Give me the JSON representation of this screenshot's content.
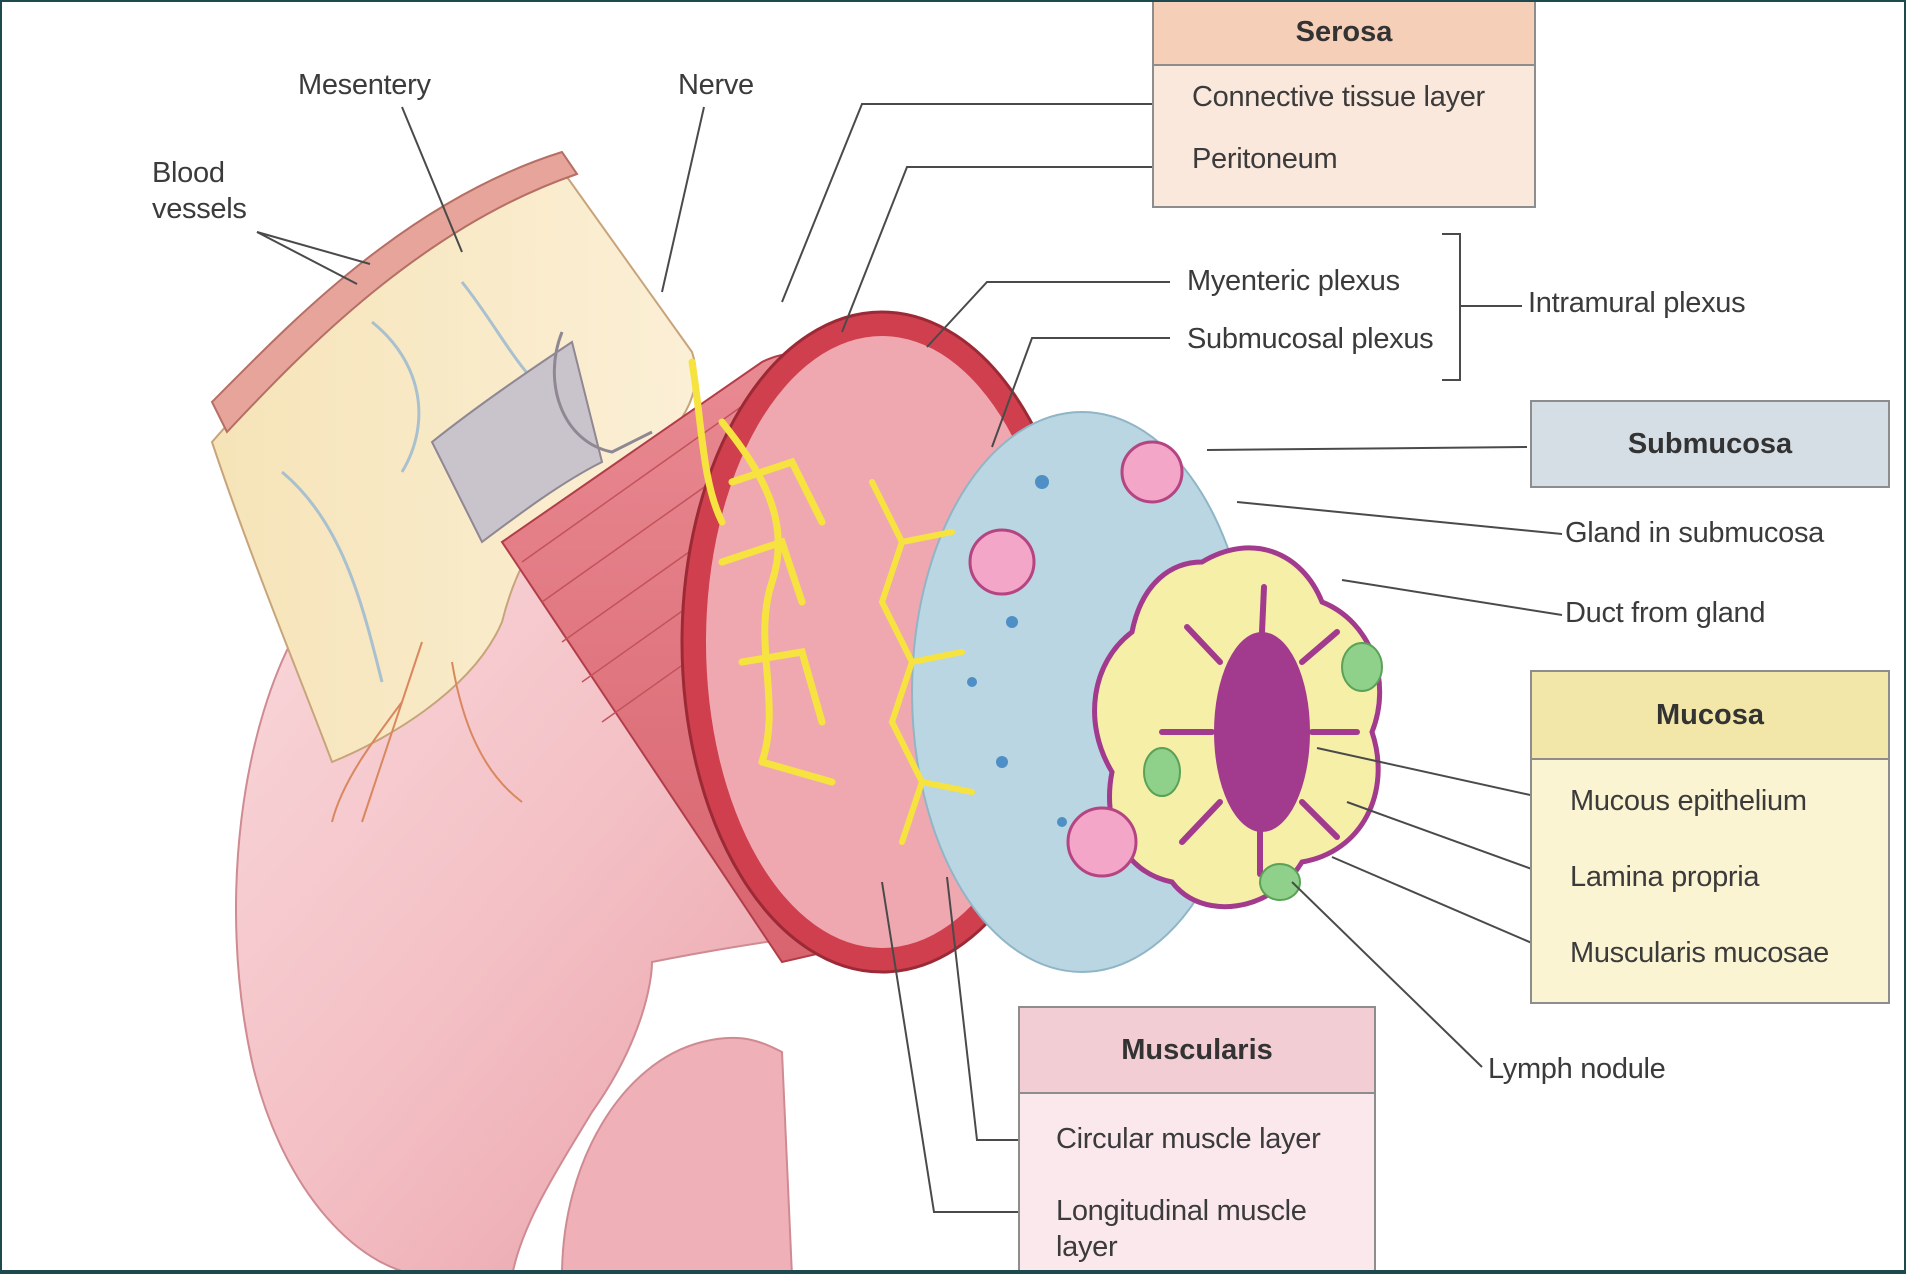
{
  "labels": {
    "mesentery": "Mesentery",
    "nerve": "Nerve",
    "blood_vessels_1": "Blood",
    "blood_vessels_2": "vessels",
    "myenteric_plexus": "Myenteric plexus",
    "submucosal_plexus": "Submucosal plexus",
    "intramural_plexus": "Intramural plexus",
    "gland_in_submucosa": "Gland in submucosa",
    "duct_from_gland": "Duct from gland",
    "lymph_nodule": "Lymph nodule"
  },
  "serosa": {
    "title": "Serosa",
    "items": [
      "Connective tissue layer",
      "Peritoneum"
    ]
  },
  "submucosa": {
    "title": "Submucosa"
  },
  "mucosa": {
    "title": "Mucosa",
    "items": [
      "Mucous epithelium",
      "Lamina propria",
      "Muscularis mucosae"
    ]
  },
  "muscularis": {
    "title": "Muscularis",
    "items": [
      "Circular muscle layer",
      "Longitudinal muscle",
      "layer"
    ]
  },
  "colors": {
    "frame": "#1c4a4f",
    "tube_pink": "#f3bfc4",
    "muscle_red": "#d9545f",
    "nerve_yellow": "#f7e340",
    "submucosa_blue": "#b9d6e2",
    "mucosa_yellow": "#f6efa8",
    "lumen_purple": "#a23a8e",
    "mesentery_cream": "#f7e6bd",
    "lymph_green": "#8fd08a"
  }
}
